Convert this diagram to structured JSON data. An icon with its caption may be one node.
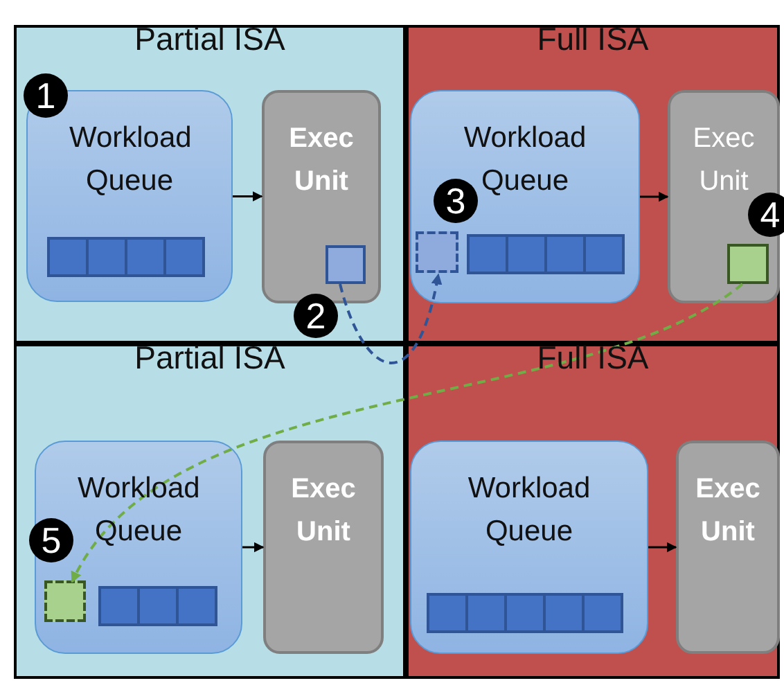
{
  "diagram": {
    "nodes": [
      {
        "text": [
          "Partial ISA"
        ]
      },
      {
        "text": [
          "Workload Queue"
        ],
        "in": 0
      },
      {
        "text": [
          "Exec Unit"
        ],
        "in": 0
      },
      {
        "text": [],
        "shape": "box",
        "in": 2
      },
      {
        "text": [
          "Full ISA"
        ]
      },
      {
        "text": [
          "Workload Queue"
        ],
        "in": 4
      },
      {
        "text": [],
        "shape": "box",
        "in": 5
      },
      {
        "text": [
          "Exec Unit"
        ],
        "in": 4
      },
      {
        "text": [],
        "shape": "box",
        "in": 7
      },
      {
        "text": [
          "Partial ISA"
        ]
      },
      {
        "text": [
          "Workload Queue"
        ],
        "in": 9
      },
      {
        "text": [],
        "shape": "box",
        "in": 10
      },
      {
        "text": [
          "Exec Unit"
        ],
        "in": 9
      },
      {
        "text": [
          "Full ISA"
        ]
      },
      {
        "text": [
          "Workload Queue"
        ],
        "in": 13
      },
      {
        "text": [
          "Exec Unit"
        ],
        "in": 13
      }
    ],
    "edges": [
      {
        "from": 1,
        "to": 2,
        "arrow": "to"
      },
      {
        "from": 5,
        "to": 7,
        "arrow": "to"
      },
      {
        "from": 10,
        "to": 12,
        "arrow": "to"
      },
      {
        "from": 14,
        "to": 15,
        "arrow": "to"
      },
      {
        "from": 3,
        "to": 6,
        "arrow": "to",
        "style": "dashed",
        "color": "#2f5597"
      },
      {
        "from": 8,
        "to": 11,
        "arrow": "to",
        "style": "dashed",
        "color": "#70ad47"
      }
    ],
    "labels": [
      "1",
      "2",
      "3",
      "4",
      "5"
    ]
  }
}
